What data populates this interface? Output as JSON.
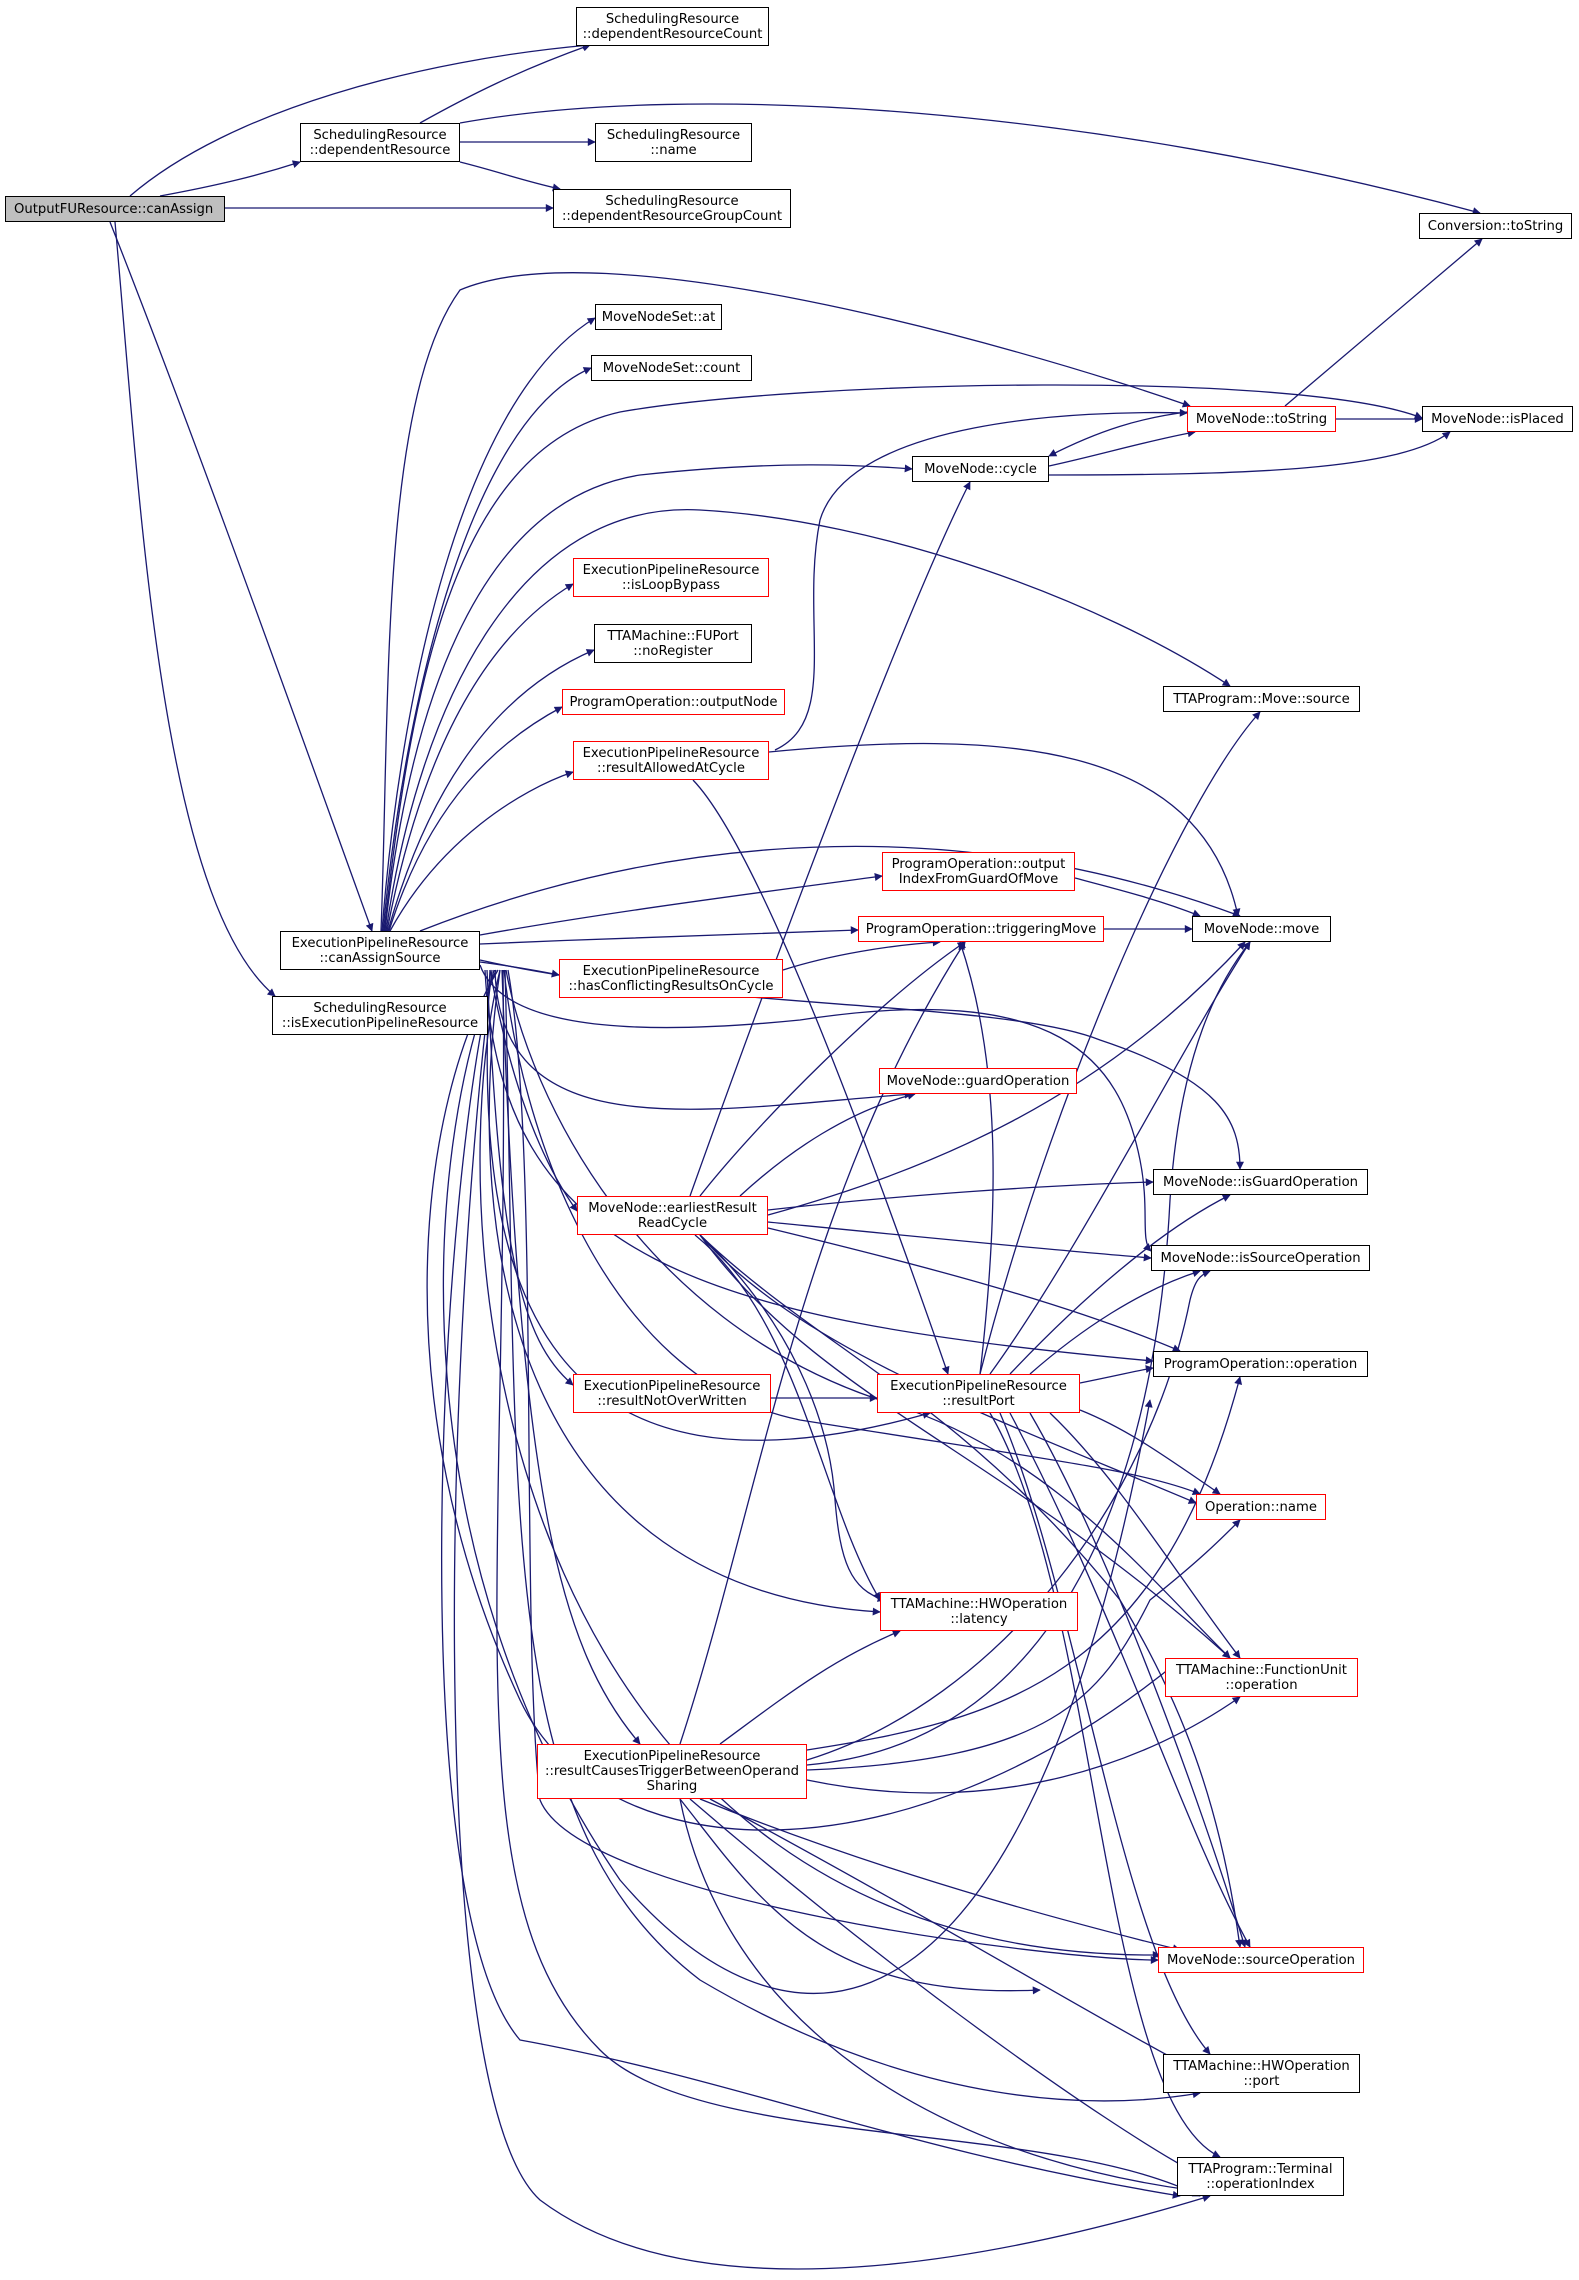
{
  "colors": {
    "edge": "#191970",
    "node_border": "#000000",
    "truncated_border": "#ff0000",
    "root_fill": "#bfbfbf"
  },
  "nodes": {
    "root": {
      "lines": [
        "OutputFUResource::canAssign"
      ]
    },
    "dependentResourceCount": {
      "lines": [
        "SchedulingResource",
        "::dependentResourceCount"
      ]
    },
    "dependentResource": {
      "lines": [
        "SchedulingResource",
        "::dependentResource"
      ]
    },
    "schedName": {
      "lines": [
        "SchedulingResource",
        "::name"
      ]
    },
    "dependentResourceGroupCount": {
      "lines": [
        "SchedulingResource",
        "::dependentResourceGroupCount"
      ]
    },
    "convToString": {
      "lines": [
        "Conversion::toString"
      ]
    },
    "mnsAt": {
      "lines": [
        "MoveNodeSet::at"
      ]
    },
    "mnsCount": {
      "lines": [
        "MoveNodeSet::count"
      ]
    },
    "mnToString": {
      "lines": [
        "MoveNode::toString"
      ]
    },
    "mnIsPlaced": {
      "lines": [
        "MoveNode::isPlaced"
      ]
    },
    "mnCycle": {
      "lines": [
        "MoveNode::cycle"
      ]
    },
    "isLoopBypass": {
      "lines": [
        "ExecutionPipelineResource",
        "::isLoopBypass"
      ]
    },
    "noRegister": {
      "lines": [
        "TTAMachine::FUPort",
        "::noRegister"
      ]
    },
    "outputNode": {
      "lines": [
        "ProgramOperation::outputNode"
      ]
    },
    "resultAllowedAtCycle": {
      "lines": [
        "ExecutionPipelineResource",
        "::resultAllowedAtCycle"
      ]
    },
    "moveSource": {
      "lines": [
        "TTAProgram::Move::source"
      ]
    },
    "outputIndexFromGuard": {
      "lines": [
        "ProgramOperation::output",
        "IndexFromGuardOfMove"
      ]
    },
    "canAssignSource": {
      "lines": [
        "ExecutionPipelineResource",
        "::canAssignSource"
      ]
    },
    "triggeringMove": {
      "lines": [
        "ProgramOperation::triggeringMove"
      ]
    },
    "mnMove": {
      "lines": [
        "MoveNode::move"
      ]
    },
    "hasConflicting": {
      "lines": [
        "ExecutionPipelineResource",
        "::hasConflictingResultsOnCycle"
      ]
    },
    "isExecPipe": {
      "lines": [
        "SchedulingResource",
        "::isExecutionPipelineResource"
      ]
    },
    "guardOperation": {
      "lines": [
        "MoveNode::guardOperation"
      ]
    },
    "isGuardOperation": {
      "lines": [
        "MoveNode::isGuardOperation"
      ]
    },
    "earliestResult": {
      "lines": [
        "MoveNode::earliestResult",
        "ReadCycle"
      ]
    },
    "isSourceOperation": {
      "lines": [
        "MoveNode::isSourceOperation"
      ]
    },
    "poOperation": {
      "lines": [
        "ProgramOperation::operation"
      ]
    },
    "resultNotOverWritten": {
      "lines": [
        "ExecutionPipelineResource",
        "::resultNotOverWritten"
      ]
    },
    "resultPort": {
      "lines": [
        "ExecutionPipelineResource",
        "::resultPort"
      ]
    },
    "operationName": {
      "lines": [
        "Operation::name"
      ]
    },
    "hwLatency": {
      "lines": [
        "TTAMachine::HWOperation",
        "::latency"
      ]
    },
    "fuOperation": {
      "lines": [
        "TTAMachine::FunctionUnit",
        "::operation"
      ]
    },
    "resultCauses": {
      "lines": [
        "ExecutionPipelineResource",
        "::resultCausesTriggerBetweenOperand",
        "Sharing"
      ]
    },
    "sourceOperation": {
      "lines": [
        "MoveNode::sourceOperation"
      ]
    },
    "hwPort": {
      "lines": [
        "TTAMachine::HWOperation",
        "::port"
      ]
    },
    "operationIndex": {
      "lines": [
        "TTAProgram::Terminal",
        "::operationIndex"
      ]
    }
  }
}
